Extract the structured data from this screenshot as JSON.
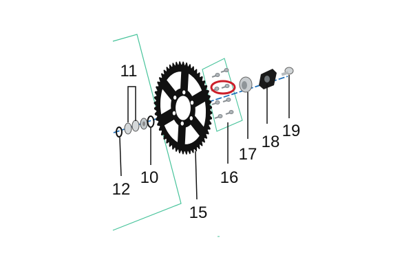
{
  "diagram": {
    "callouts": {
      "c10": "10",
      "c11": "11",
      "c12": "12",
      "c15": "15",
      "c16": "16",
      "c17": "17",
      "c18": "18",
      "c19": "19"
    },
    "colors": {
      "frame": "#46c39a",
      "axis": "#1f6fb8",
      "part": "#111111",
      "highlight": "#cc1f2a",
      "hardware": "#aeb4b8"
    },
    "sprocket_teeth": 52
  }
}
